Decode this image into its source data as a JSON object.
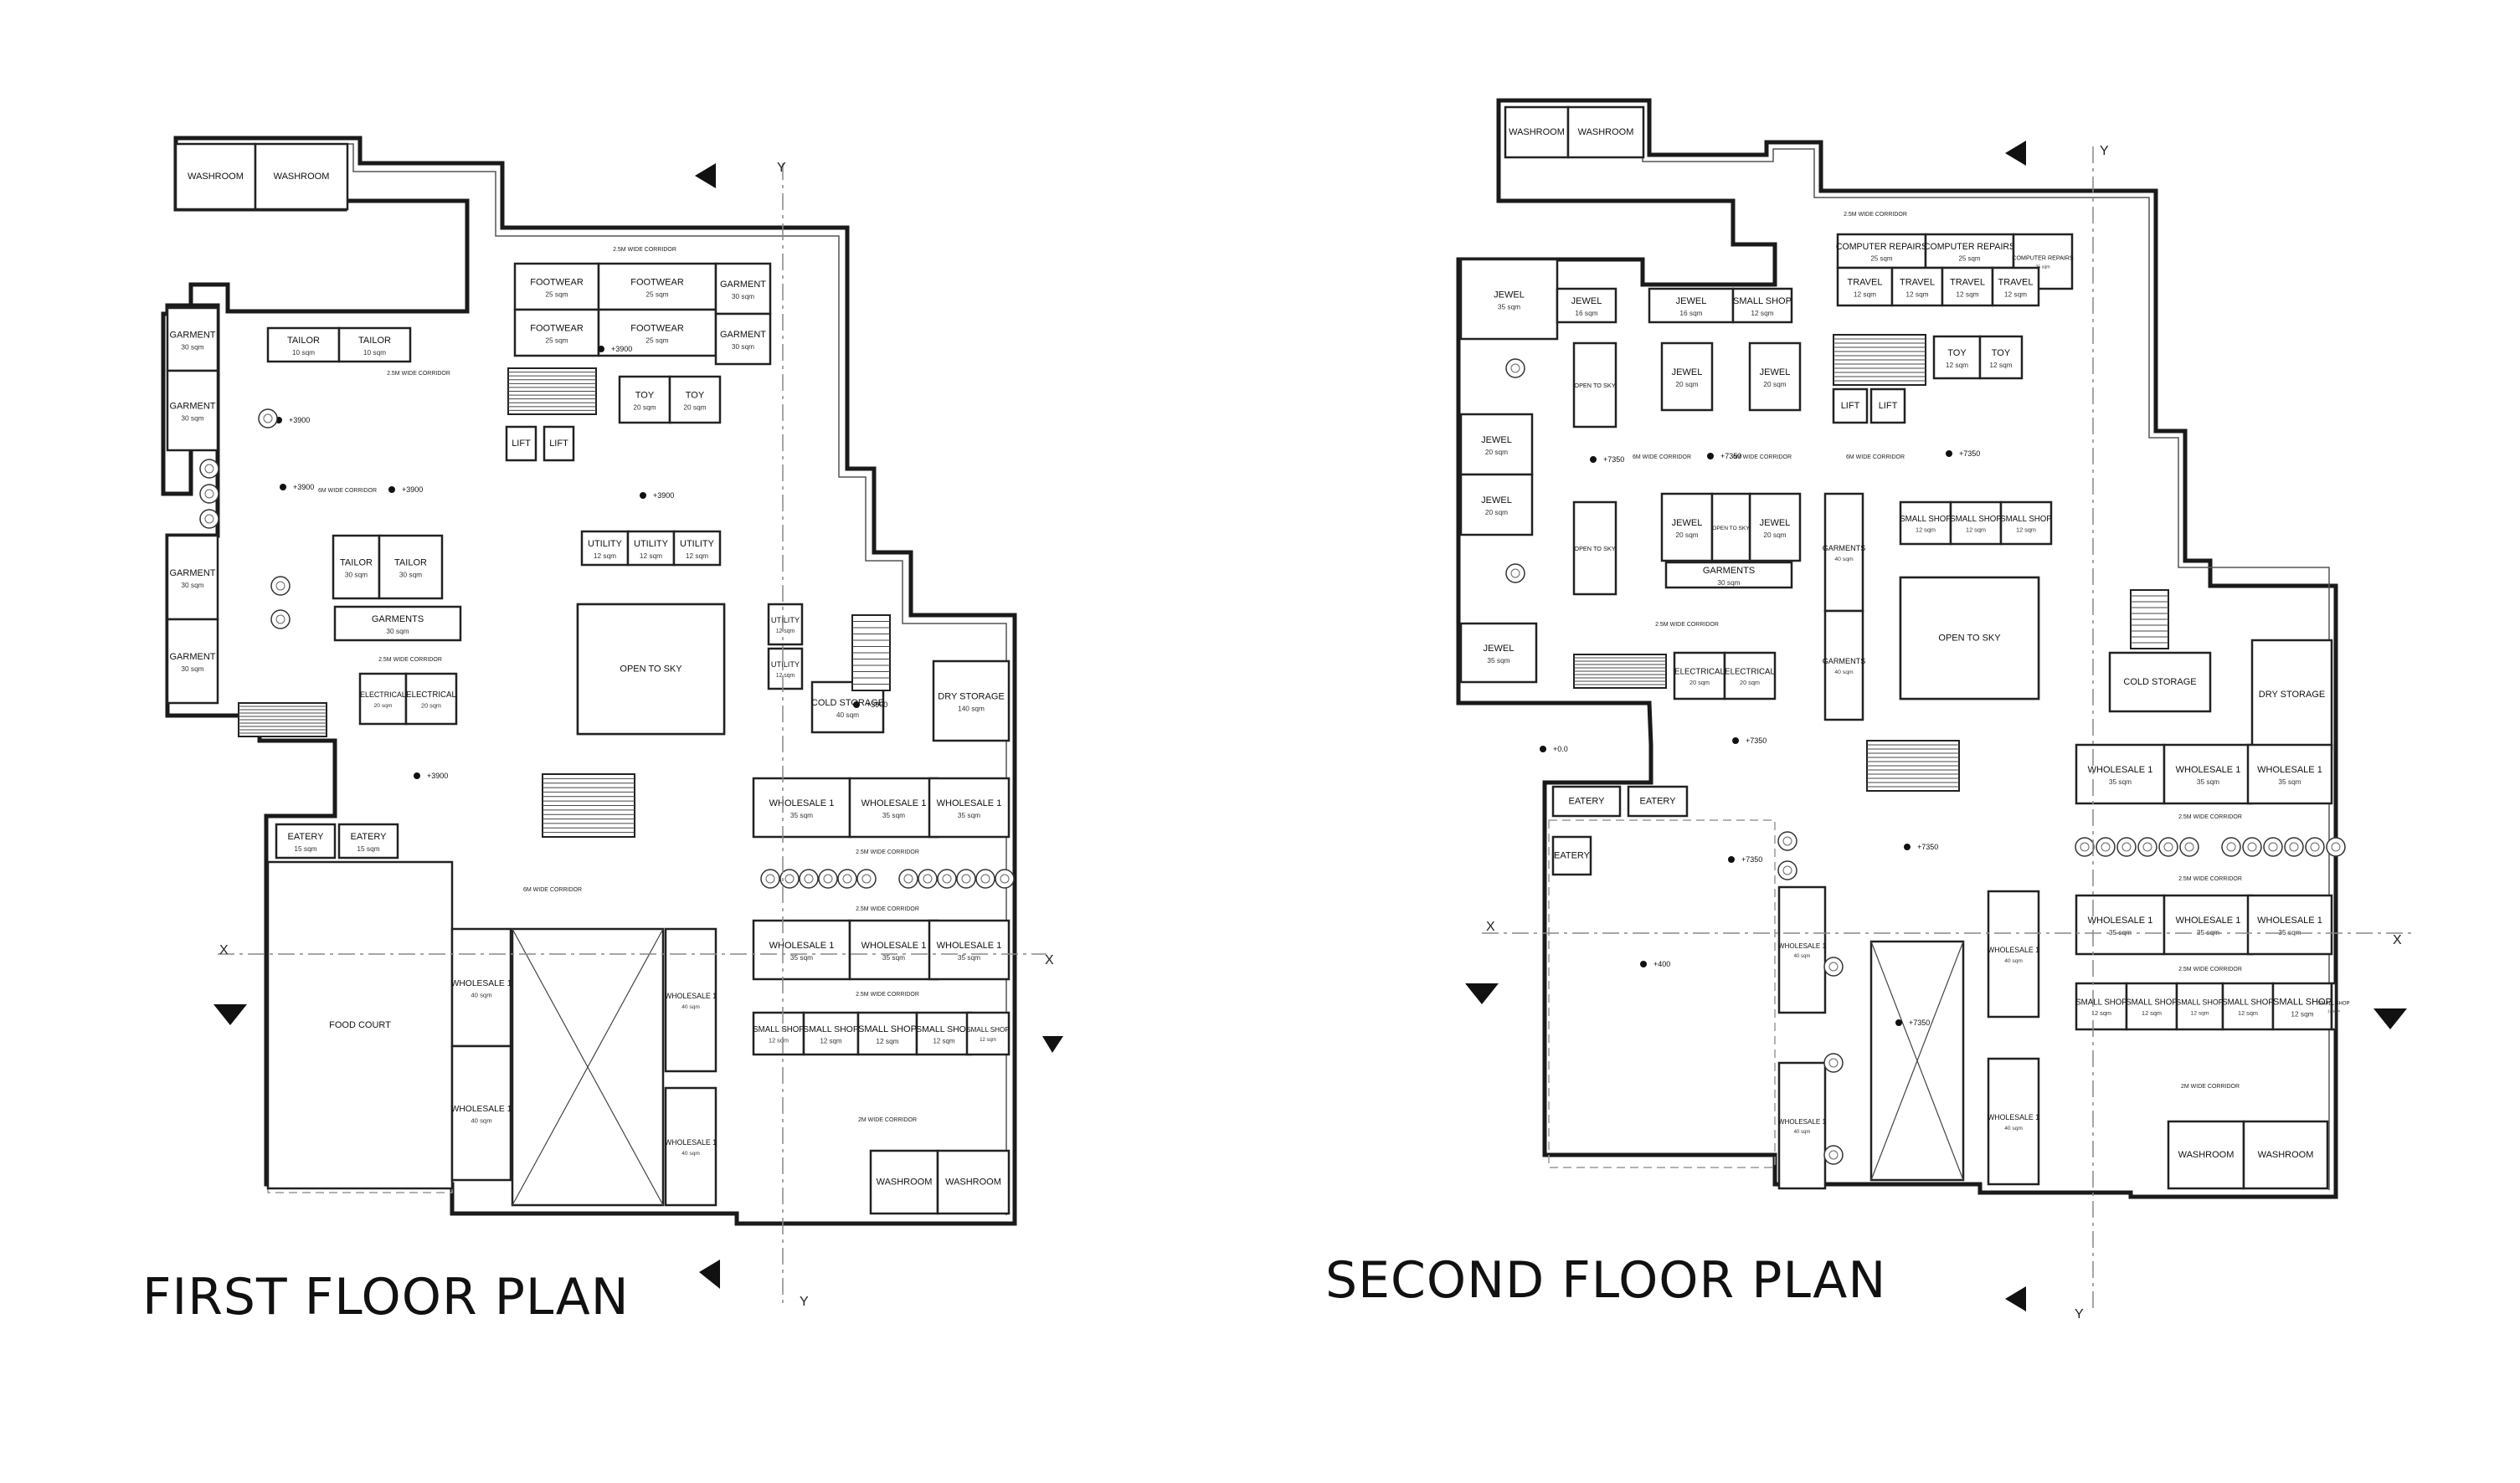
{
  "titles": {
    "first": "FIRST FLOOR PLAN",
    "second": "SECOND FLOOR PLAN"
  },
  "section_marks": {
    "x": "X",
    "y": "Y"
  },
  "first_floor": {
    "rooms": [
      {
        "name": "WASHROOM",
        "area": ""
      },
      {
        "name": "WASHROOM",
        "area": ""
      },
      {
        "name": "FOOTWEAR",
        "area": "25 sqm"
      },
      {
        "name": "FOOTWEAR",
        "area": "25 sqm"
      },
      {
        "name": "FOOTWEAR",
        "area": "25 sqm"
      },
      {
        "name": "FOOTWEAR",
        "area": "25 sqm"
      },
      {
        "name": "GARMENT",
        "area": "30 sqm"
      },
      {
        "name": "GARMENT",
        "area": "30 sqm"
      },
      {
        "name": "GARMENT",
        "area": "30 sqm"
      },
      {
        "name": "GARMENT",
        "area": "30 sqm"
      },
      {
        "name": "GARMENT",
        "area": "30 sqm"
      },
      {
        "name": "GARMENT",
        "area": "30 sqm"
      },
      {
        "name": "TAILOR",
        "area": "10 sqm"
      },
      {
        "name": "TAILOR",
        "area": "10 sqm"
      },
      {
        "name": "TAILOR",
        "area": "30 sqm"
      },
      {
        "name": "TAILOR",
        "area": "30 sqm"
      },
      {
        "name": "TOY",
        "area": "20 sqm"
      },
      {
        "name": "TOY",
        "area": "20 sqm"
      },
      {
        "name": "LIFT",
        "area": ""
      },
      {
        "name": "LIFT",
        "area": ""
      },
      {
        "name": "UTILITY",
        "area": "12 sqm"
      },
      {
        "name": "UTILITY",
        "area": "12 sqm"
      },
      {
        "name": "UTILITY",
        "area": "12 sqm"
      },
      {
        "name": "UTILITY",
        "area": "12 sqm"
      },
      {
        "name": "UTILITY",
        "area": "12 sqm"
      },
      {
        "name": "GARMENTS",
        "area": "30 sqm"
      },
      {
        "name": "ELECTRICAL",
        "area": "20 sqm"
      },
      {
        "name": "ELECTRICAL",
        "area": "20 sqm"
      },
      {
        "name": "OPEN TO SKY",
        "area": ""
      },
      {
        "name": "DRY STORAGE",
        "area": "140 sqm"
      },
      {
        "name": "COLD STORAGE",
        "area": "40 sqm"
      },
      {
        "name": "WHOLESALE 1",
        "area": "35 sqm"
      },
      {
        "name": "WHOLESALE 1",
        "area": "35 sqm"
      },
      {
        "name": "WHOLESALE 1",
        "area": "35 sqm"
      },
      {
        "name": "WHOLESALE 1",
        "area": "35 sqm"
      },
      {
        "name": "WHOLESALE 1",
        "area": "35 sqm"
      },
      {
        "name": "WHOLESALE 1",
        "area": "35 sqm"
      },
      {
        "name": "EATERY",
        "area": "15 sqm"
      },
      {
        "name": "EATERY",
        "area": "15 sqm"
      },
      {
        "name": "FOOD COURT",
        "area": ""
      },
      {
        "name": "WHOLESALE 1",
        "area": "40 sqm"
      },
      {
        "name": "WHOLESALE 1",
        "area": "40 sqm"
      },
      {
        "name": "WHOLESALE 1",
        "area": "40 sqm"
      },
      {
        "name": "WHOLESALE 1",
        "area": "40 sqm"
      },
      {
        "name": "SMALL SHOP",
        "area": "12 sqm"
      },
      {
        "name": "SMALL SHOP",
        "area": "12 sqm"
      },
      {
        "name": "SMALL SHOP",
        "area": "12 sqm"
      },
      {
        "name": "SMALL SHOP",
        "area": "12 sqm"
      },
      {
        "name": "SMALL SHOP",
        "area": "12 sqm"
      },
      {
        "name": "WASHROOM",
        "area": ""
      },
      {
        "name": "WASHROOM",
        "area": ""
      }
    ],
    "corridors": [
      "2.5M WIDE CORRIDOR",
      "2.5M WIDE CORRIDOR",
      "6M WIDE CORRIDOR",
      "2.5M WIDE CORRIDOR",
      "6M WIDE CORRIDOR",
      "2.5M WIDE CORRIDOR",
      "2.5M WIDE CORRIDOR",
      "2.5M WIDE CORRIDOR",
      "2M WIDE CORRIDOR"
    ],
    "levels": [
      "+3900",
      "+3900",
      "+3900",
      "+3900",
      "+3900",
      "+3900",
      "+3900"
    ]
  },
  "second_floor": {
    "rooms": [
      {
        "name": "WASHROOM",
        "area": ""
      },
      {
        "name": "WASHROOM",
        "area": ""
      },
      {
        "name": "COMPUTER REPAIRS",
        "area": "25 sqm"
      },
      {
        "name": "COMPUTER REPAIRS",
        "area": "25 sqm"
      },
      {
        "name": "COMPUTER REPAIRS",
        "area": "25 sqm"
      },
      {
        "name": "TRAVEL",
        "area": "12 sqm"
      },
      {
        "name": "TRAVEL",
        "area": "12 sqm"
      },
      {
        "name": "TRAVEL",
        "area": "12 sqm"
      },
      {
        "name": "TRAVEL",
        "area": "12 sqm"
      },
      {
        "name": "JEWEL",
        "area": "35 sqm"
      },
      {
        "name": "JEWEL",
        "area": "16 sqm"
      },
      {
        "name": "JEWEL",
        "area": "16 sqm"
      },
      {
        "name": "SMALL SHOP",
        "area": "12 sqm"
      },
      {
        "name": "JEWEL",
        "area": "20 sqm"
      },
      {
        "name": "JEWEL",
        "area": "20 sqm"
      },
      {
        "name": "JEWEL",
        "area": "20 sqm"
      },
      {
        "name": "JEWEL",
        "area": "20 sqm"
      },
      {
        "name": "JEWEL",
        "area": "20 sqm"
      },
      {
        "name": "JEWEL",
        "area": "20 sqm"
      },
      {
        "name": "JEWEL",
        "area": "35 sqm"
      },
      {
        "name": "TOY",
        "area": "12 sqm"
      },
      {
        "name": "TOY",
        "area": "12 sqm"
      },
      {
        "name": "LIFT",
        "area": ""
      },
      {
        "name": "LIFT",
        "area": ""
      },
      {
        "name": "OPEN TO SKY",
        "area": ""
      },
      {
        "name": "OPEN TO SKY",
        "area": ""
      },
      {
        "name": "OPEN TO SKY",
        "area": ""
      },
      {
        "name": "OPEN TO SKY",
        "area": ""
      },
      {
        "name": "GARMENTS",
        "area": "30 sqm"
      },
      {
        "name": "GARMENTS",
        "area": "40 sqm"
      },
      {
        "name": "GARMENTS",
        "area": "40 sqm"
      },
      {
        "name": "SMALL SHOP",
        "area": "12 sqm"
      },
      {
        "name": "SMALL SHOP",
        "area": "12 sqm"
      },
      {
        "name": "SMALL SHOP",
        "area": "12 sqm"
      },
      {
        "name": "ELECTRICAL",
        "area": "20 sqm"
      },
      {
        "name": "ELECTRICAL",
        "area": "20 sqm"
      },
      {
        "name": "DRY STORAGE",
        "area": ""
      },
      {
        "name": "COLD STORAGE",
        "area": ""
      },
      {
        "name": "WHOLESALE 1",
        "area": "35 sqm"
      },
      {
        "name": "WHOLESALE 1",
        "area": "35 sqm"
      },
      {
        "name": "WHOLESALE 1",
        "area": "35 sqm"
      },
      {
        "name": "WHOLESALE 1",
        "area": "35 sqm"
      },
      {
        "name": "WHOLESALE 1",
        "area": "35 sqm"
      },
      {
        "name": "WHOLESALE 1",
        "area": "35 sqm"
      },
      {
        "name": "EATERY",
        "area": ""
      },
      {
        "name": "EATERY",
        "area": ""
      },
      {
        "name": "EATERY",
        "area": ""
      },
      {
        "name": "WHOLESALE 1",
        "area": "40 sqm"
      },
      {
        "name": "WHOLESALE 1",
        "area": "40 sqm"
      },
      {
        "name": "WHOLESALE 1",
        "area": "40 sqm"
      },
      {
        "name": "WHOLESALE 1",
        "area": "40 sqm"
      },
      {
        "name": "SMALL SHOP",
        "area": "12 sqm"
      },
      {
        "name": "SMALL SHOP",
        "area": "12 sqm"
      },
      {
        "name": "SMALL SHOP",
        "area": "12 sqm"
      },
      {
        "name": "SMALL SHOP",
        "area": "12 sqm"
      },
      {
        "name": "SMALL SHOP",
        "area": "12 sqm"
      },
      {
        "name": "SMALL SHOP",
        "area": "12 sqm"
      },
      {
        "name": "WASHROOM",
        "area": ""
      },
      {
        "name": "WASHROOM",
        "area": ""
      }
    ],
    "corridors": [
      "2.5M WIDE CORRIDOR",
      "6M WIDE CORRIDOR",
      "6M WIDE CORRIDOR",
      "6M WIDE CORRIDOR",
      "2.5M WIDE CORRIDOR",
      "2.5M WIDE CORRIDOR",
      "2.5M WIDE CORRIDOR",
      "2.5M WIDE CORRIDOR",
      "2M WIDE CORRIDOR"
    ],
    "levels": [
      "+7350",
      "+7350",
      "+7350",
      "+7350",
      "+7350",
      "+7350",
      "+7350",
      "+0.0",
      "+400"
    ]
  }
}
